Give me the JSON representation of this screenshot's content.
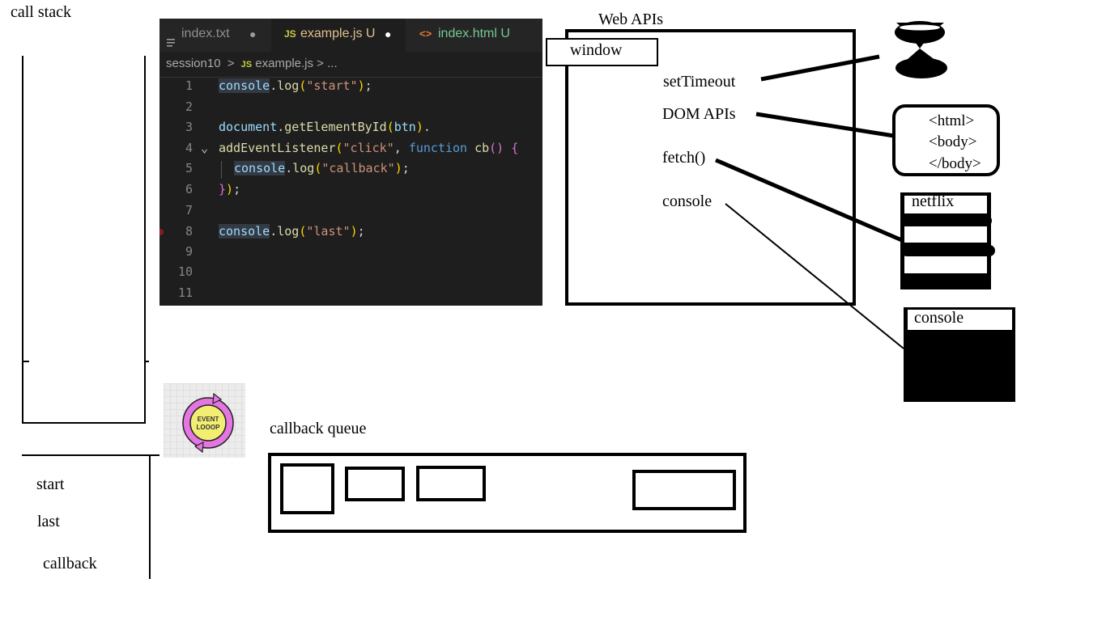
{
  "call_stack": {
    "title": "call stack",
    "output": [
      "start",
      "last",
      "callback"
    ]
  },
  "editor": {
    "tabs": [
      {
        "icon": "text-file-icon",
        "label": "index.txt",
        "status": "●"
      },
      {
        "icon": "js-file-icon",
        "badge": "JS",
        "label": "example.js U",
        "status": "●"
      },
      {
        "icon": "html-file-icon",
        "badge": "<>",
        "label": "index.html U"
      }
    ],
    "breadcrumb": {
      "folder": "session10",
      "sep1": ">",
      "badge": "JS",
      "file": "example.js",
      "sep2": ">",
      "more": "..."
    },
    "line_numbers": [
      "1",
      "2",
      "3",
      "4",
      "5",
      "6",
      "7",
      "8",
      "9",
      "10",
      "11"
    ]
  },
  "web_apis": {
    "title": "Web APIs",
    "window_label": "window",
    "items": [
      "setTimeout",
      "DOM APIs",
      "fetch()",
      "console"
    ]
  },
  "icons": {
    "dom_box": [
      "<html>",
      "<body>",
      "</body>"
    ],
    "netflix_label": "netflix",
    "console_label": "console"
  },
  "event_loop": {
    "text_line1": "EVENT",
    "text_line2": "LOOOP"
  },
  "callback_queue": {
    "title": "callback queue"
  },
  "colors": {
    "editor_bg": "#1e1e1e",
    "tab_bar_bg": "#252526",
    "js_badge": "#e2c08d",
    "html_tab": "#73c991",
    "event_loop_ring": "#e376e0",
    "event_loop_fill": "#f3ee72"
  }
}
